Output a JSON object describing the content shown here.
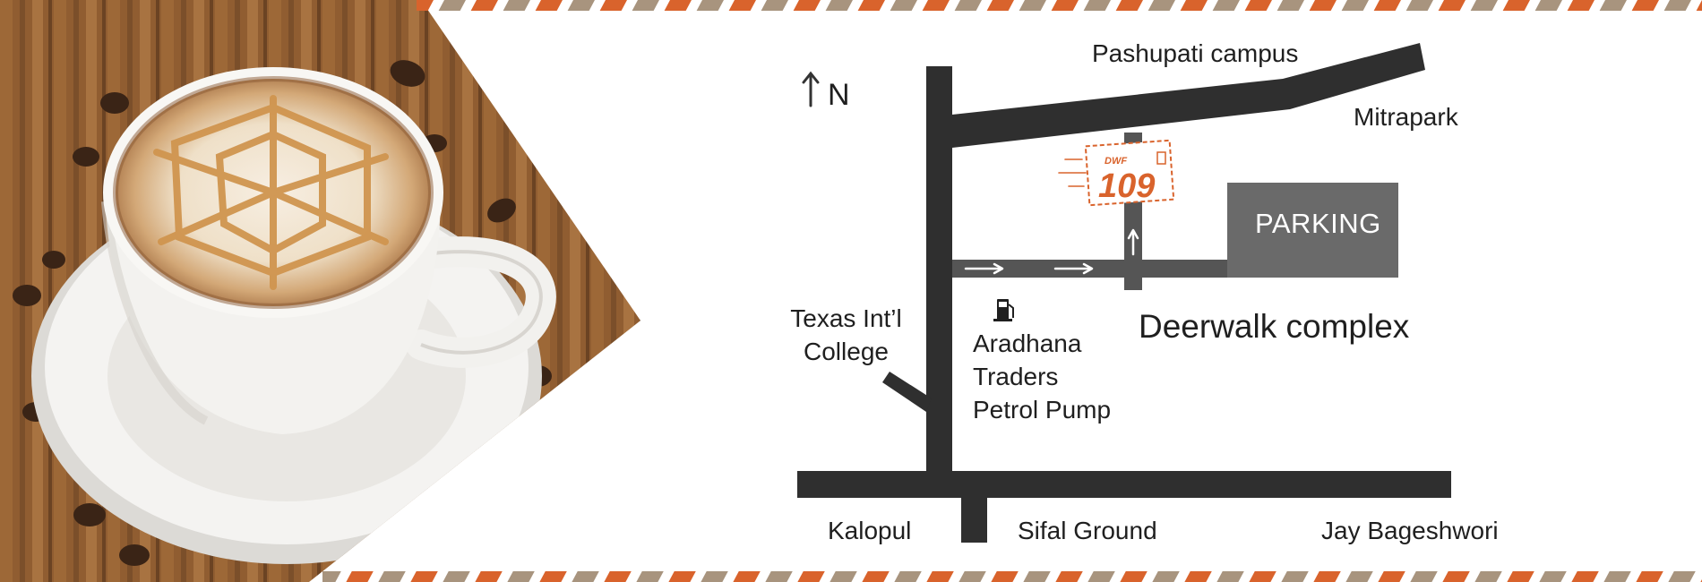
{
  "map": {
    "north": {
      "label": "N"
    },
    "places": {
      "pashupati_campus": "Pashupati campus",
      "mitrapark": "Mitrapark",
      "texas_college_line1": "Texas Int’l",
      "texas_college_line2": "College",
      "petrol_pump_line1": "Aradhana",
      "petrol_pump_line2": "Traders",
      "petrol_pump_line3": "Petrol Pump",
      "deerwalk_complex": "Deerwalk complex",
      "parking": "PARKING",
      "kalopul": "Kalopul",
      "sifal_ground": "Sifal Ground",
      "jay_bageshwori": "Jay Bageshwori"
    },
    "venue_marker": {
      "prefix": "DWF",
      "number": "109"
    },
    "icons": [
      "north-arrow-icon",
      "fuel-pump-icon",
      "direction-arrow-icon",
      "venue-tag-icon",
      "coffee-cup-photo"
    ],
    "colors": {
      "road": "#2f2f2f",
      "lane": "#555555",
      "parking": "#6a6a6a",
      "accent_orange": "#d9632c",
      "accent_taupe": "#a8947e",
      "text": "#1f1f1f"
    }
  }
}
